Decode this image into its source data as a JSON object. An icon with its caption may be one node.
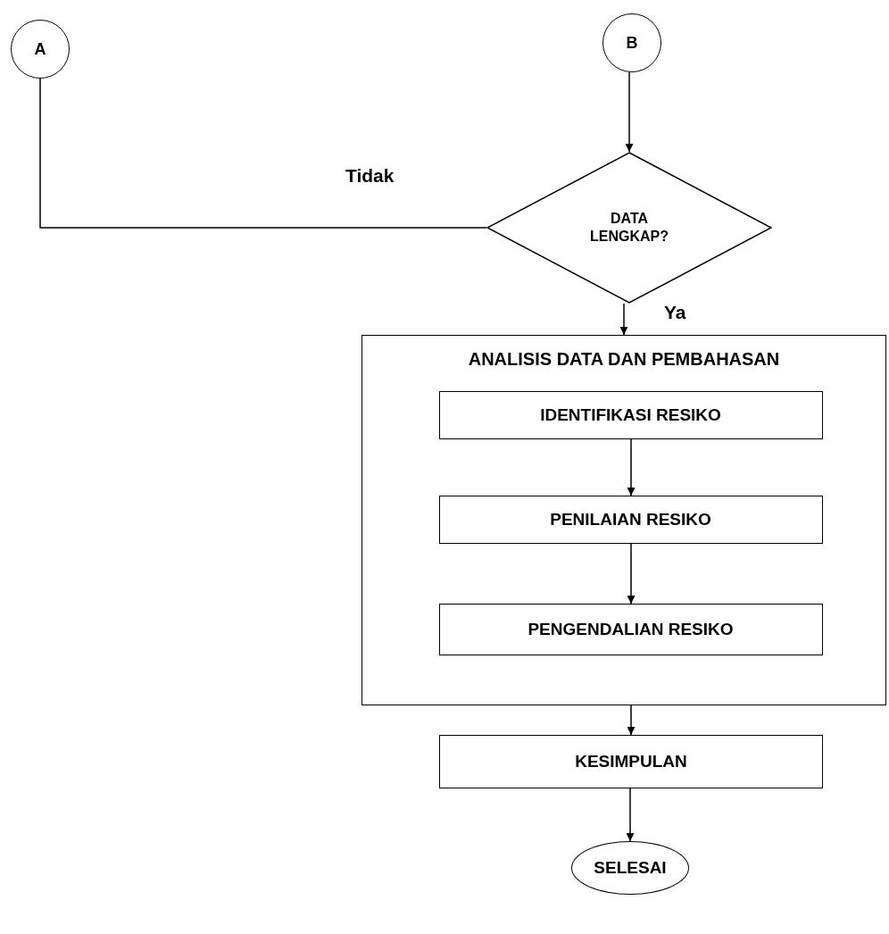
{
  "diagram": {
    "nodes": [
      {
        "text": [
          "A"
        ]
      },
      {
        "text": [
          "B"
        ]
      },
      {
        "text": [
          "DATA LENGKAP?"
        ]
      },
      {
        "text": [
          "ANALISIS DATA DAN PEMBAHASAN"
        ]
      },
      {
        "text": [
          "IDENTIFIKASI RESIKO"
        ],
        "in": 3
      },
      {
        "text": [
          "PENILAIAN RESIKO"
        ],
        "in": 3
      },
      {
        "text": [
          "PENGENDALIAN RESIKO"
        ],
        "in": 3
      },
      {
        "text": [
          "KESIMPULAN"
        ]
      },
      {
        "text": [
          "SELESAI"
        ]
      }
    ],
    "edges": [
      {
        "from": 1,
        "to": 2,
        "arrow": "to"
      },
      {
        "from": 2,
        "to": 0,
        "arrow": "none",
        "label": "Tidak"
      },
      {
        "from": 2,
        "to": 3,
        "arrow": "to",
        "label": "Ya"
      },
      {
        "from": 4,
        "to": 5,
        "arrow": "to"
      },
      {
        "from": 5,
        "to": 6,
        "arrow": "to"
      },
      {
        "from": 3,
        "to": 7,
        "arrow": "to"
      },
      {
        "from": 7,
        "to": 8,
        "arrow": "to"
      }
    ]
  }
}
